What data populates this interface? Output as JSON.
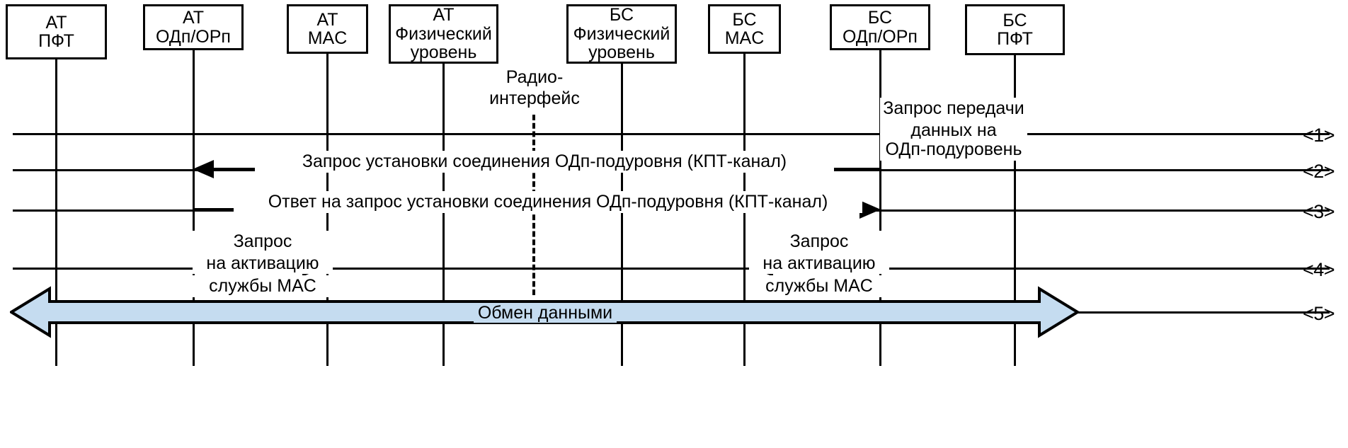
{
  "diagram": {
    "title_present": false,
    "radio_interface_label": [
      "Радио-",
      "интерфейс"
    ],
    "colors": {
      "line": "#000000",
      "band_fill": "#c5dcf0",
      "band_stroke": "#000000",
      "background": "#ffffff"
    },
    "lifelines": [
      {
        "id": "at-pft",
        "line1": "АТ",
        "line2": "ПФТ",
        "line3": ""
      },
      {
        "id": "at-odp",
        "line1": "АТ",
        "line2": "ОДп/ОРп",
        "line3": ""
      },
      {
        "id": "at-mac",
        "line1": "АТ",
        "line2": "MAC",
        "line3": ""
      },
      {
        "id": "at-phy",
        "line1": "АТ",
        "line2": "Физический",
        "line3": "уровень"
      },
      {
        "id": "bs-phy",
        "line1": "БС",
        "line2": "Физический",
        "line3": "уровень"
      },
      {
        "id": "bs-mac",
        "line1": "БС",
        "line2": "MAC",
        "line3": ""
      },
      {
        "id": "bs-odp",
        "line1": "БС",
        "line2": "ОДп/ОРп",
        "line3": ""
      },
      {
        "id": "bs-pft",
        "line1": "БС",
        "line2": "ПФТ",
        "line3": ""
      }
    ],
    "steps": [
      {
        "marker": "<1>"
      },
      {
        "marker": "<2>"
      },
      {
        "marker": "<3>"
      },
      {
        "marker": "<4>"
      },
      {
        "marker": "<5>"
      }
    ],
    "messages": [
      {
        "id": "msg1",
        "step": "<1>",
        "direction": "left",
        "from": "bs-pft",
        "to": "bs-odp",
        "label_above": [
          "Запрос передачи",
          "данных на"
        ],
        "label_below": [
          "ОДп-подуровень"
        ]
      },
      {
        "id": "msg2",
        "step": "<2>",
        "direction": "left",
        "from": "bs-odp",
        "to": "at-odp",
        "label_above": [
          "Запрос установки соединения ОДп-подуровня (КПТ-канал)"
        ],
        "label_below": []
      },
      {
        "id": "msg3",
        "step": "<3>",
        "direction": "right",
        "from": "at-odp",
        "to": "bs-odp",
        "label_above": [
          "Ответ на запрос установки соединения ОДп-подуровня (КПТ-канал)"
        ],
        "label_below": []
      },
      {
        "id": "msg4a",
        "step": "<4>",
        "direction": "right",
        "from": "at-odp",
        "to": "at-mac",
        "label_above": [
          "Запрос",
          "на активацию"
        ],
        "label_below": [
          "службы MAC"
        ]
      },
      {
        "id": "msg4b",
        "step": "<4>",
        "direction": "left",
        "from": "bs-odp",
        "to": "bs-mac",
        "label_above": [
          "Запрос",
          "на активацию"
        ],
        "label_below": [
          "службы MAC"
        ]
      },
      {
        "id": "msg5",
        "step": "<5>",
        "direction": "both",
        "from": "at-pft",
        "to": "bs-pft",
        "label_above": [
          "Обмен данными"
        ],
        "label_below": []
      }
    ]
  }
}
